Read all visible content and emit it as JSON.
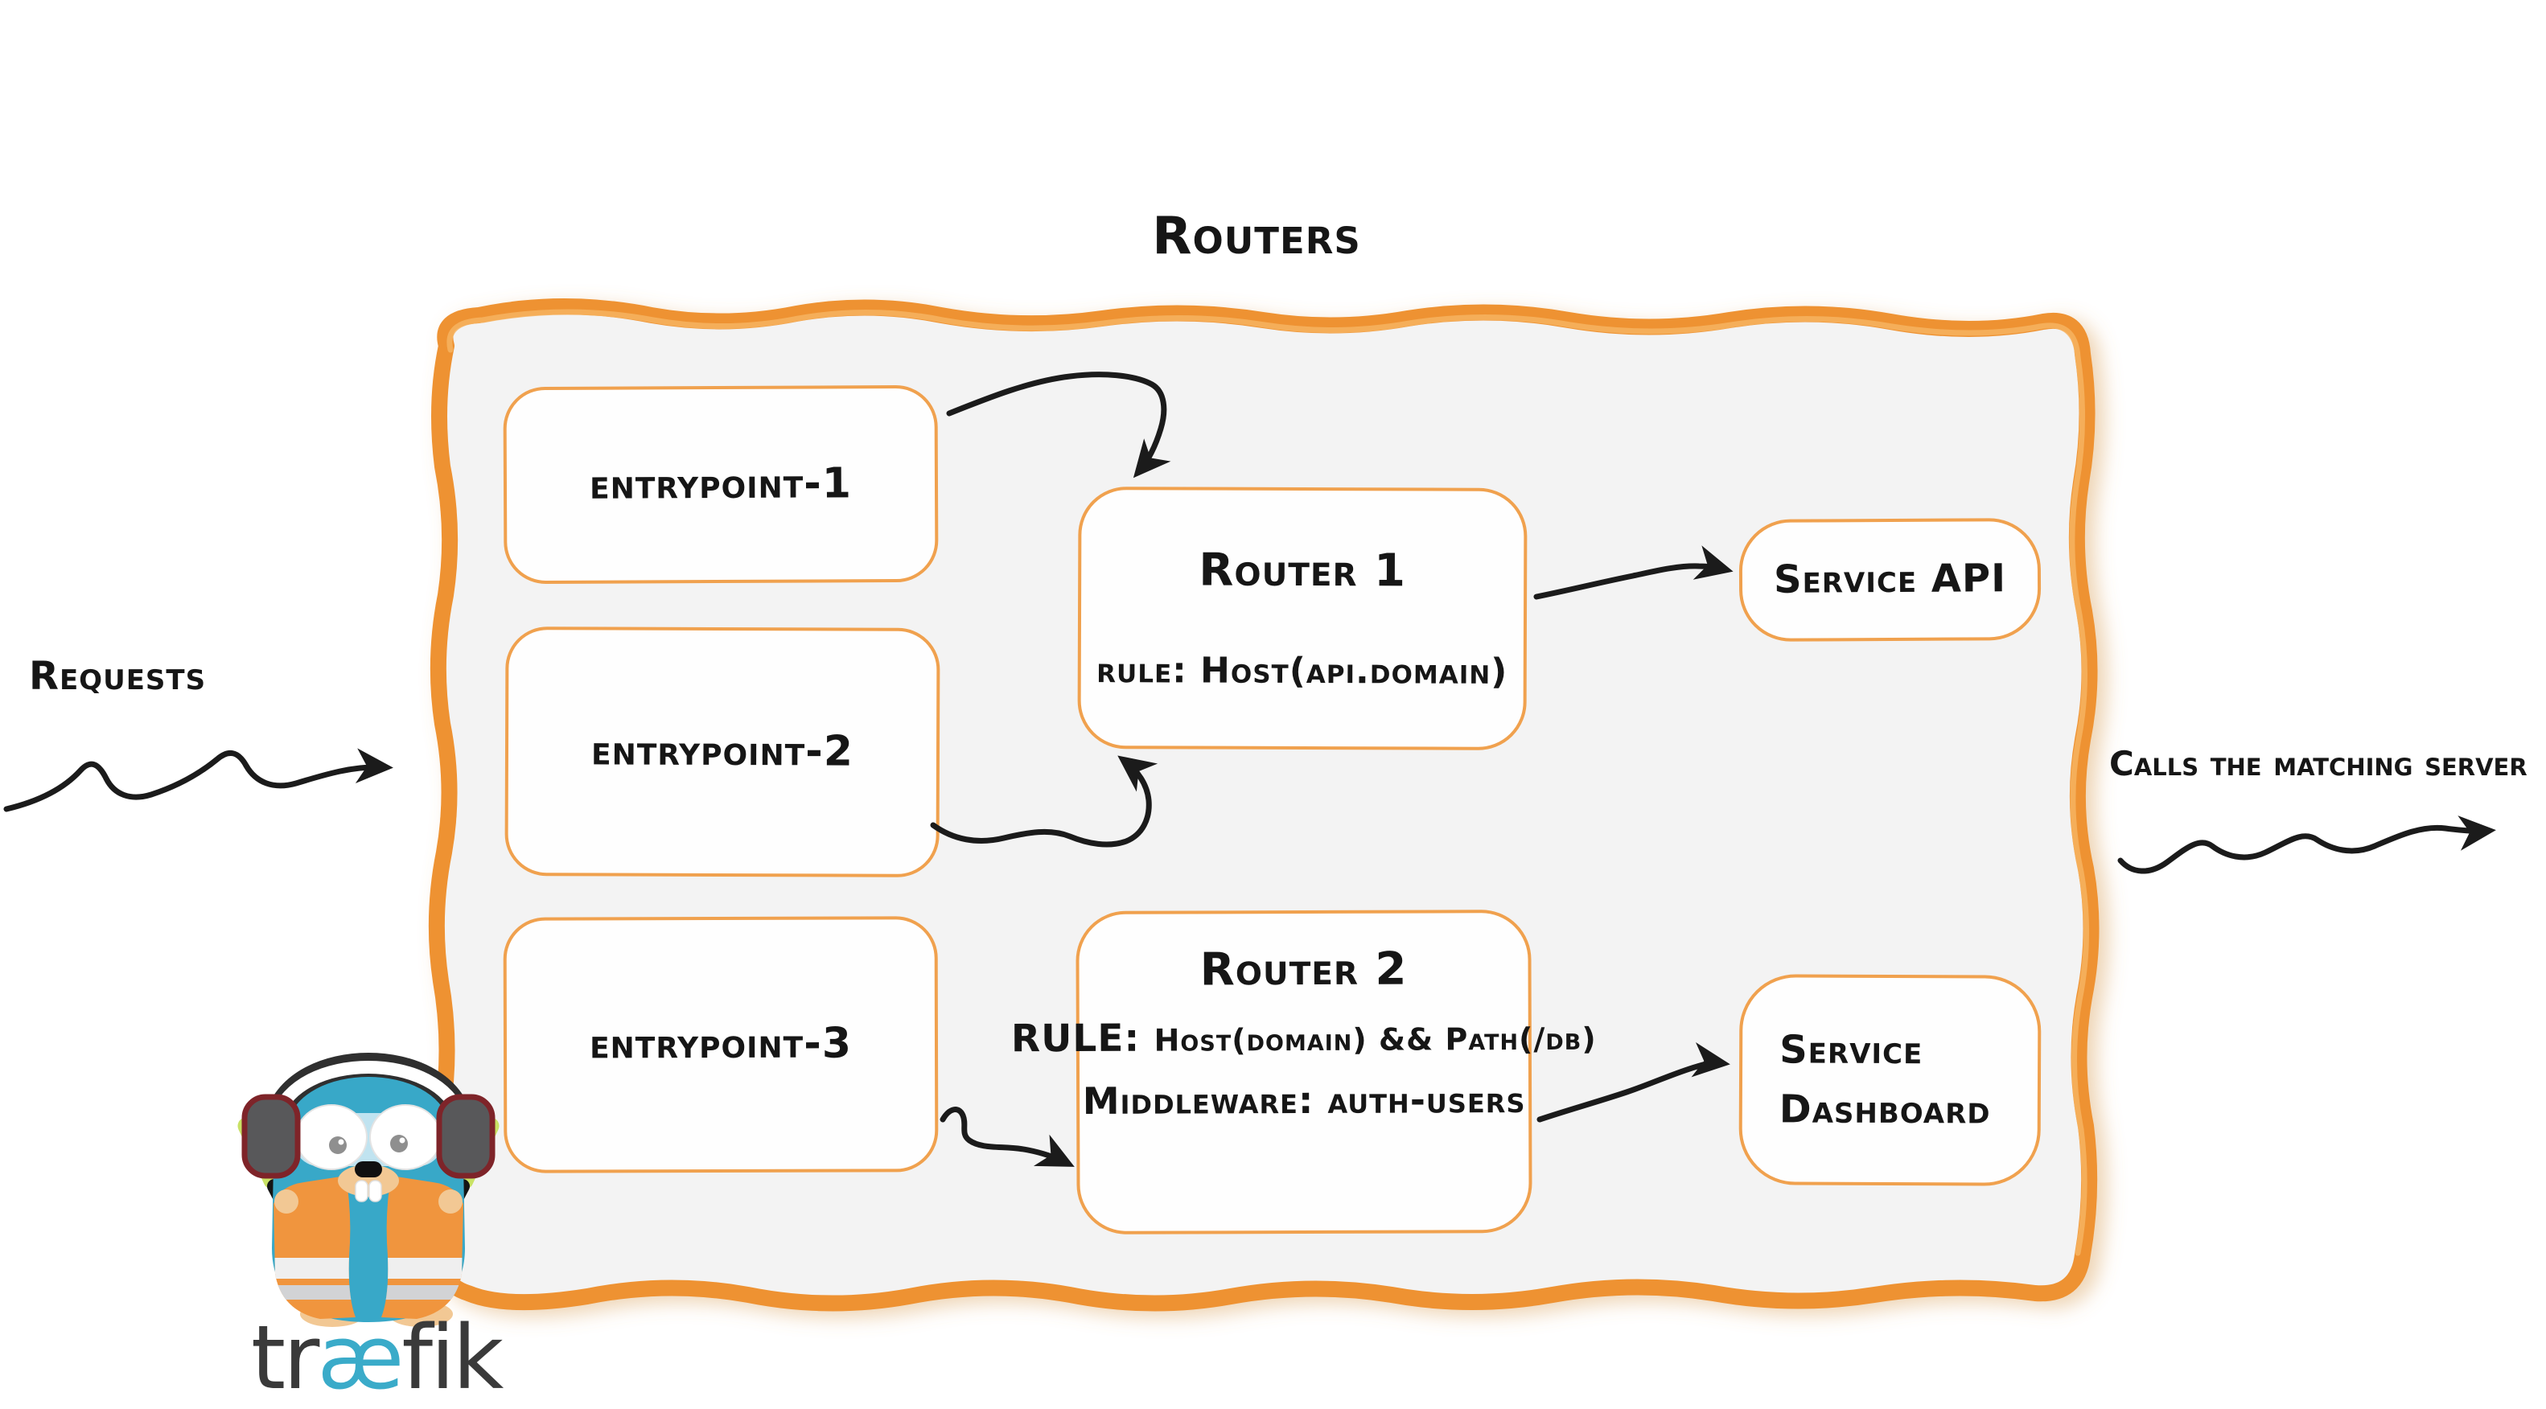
{
  "title": "Routers",
  "annotations": {
    "requests": "Requests",
    "calls_matching_server": "Calls the matching server"
  },
  "entrypoints": [
    "entrypoint-1",
    "entrypoint-2",
    "entrypoint-3"
  ],
  "routers": [
    {
      "name": "Router 1",
      "rule_label": "rule:",
      "rule_value": "Host(api.domain)"
    },
    {
      "name": "Router 2",
      "rule_label": "RULE:",
      "rule_value": "Host(domain) && Path(/db)",
      "middleware_label": "Middleware:",
      "middleware_value": "auth-users"
    }
  ],
  "services": [
    {
      "label_lines": [
        "Service API"
      ]
    },
    {
      "label_lines": [
        "Service",
        "Dashboard"
      ]
    }
  ],
  "logo": {
    "wordmark": {
      "pre": "tr",
      "ligature": "æ",
      "post": "fik"
    }
  },
  "colors": {
    "brush_orange": "#ee9231",
    "box_border_orange": "#f0a14e",
    "container_gray": "#f3f3f3",
    "ink_black": "#1b1b1b",
    "gopher_teal": "#38a8c8",
    "baton_green": "#c9e265",
    "vest_orange": "#f0953e",
    "wordmark_gray": "#3a3a3a",
    "wordmark_blue": "#3aabc9"
  }
}
